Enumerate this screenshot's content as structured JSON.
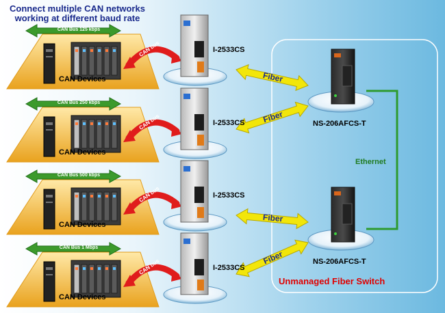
{
  "title": "Connect multiple CAN networks working at different baud rate",
  "can_groups": [
    {
      "bus_label": "CAN Bus 125 kbps",
      "devices_label": "CAN Devices",
      "link_label": "CAN bus",
      "converter": "I-2533CS",
      "fiber_label": "Fiber"
    },
    {
      "bus_label": "CAN Bus 250 kbps",
      "devices_label": "CAN Devices",
      "link_label": "CAN bus",
      "converter": "I-2533CS",
      "fiber_label": "Fiber"
    },
    {
      "bus_label": "CAN Bus 500 kbps",
      "devices_label": "CAN Devices",
      "link_label": "CAN bus",
      "converter": "I-2533CS",
      "fiber_label": "Fiber"
    },
    {
      "bus_label": "CAN Bus 1 Mbps",
      "devices_label": "CAN Devices",
      "link_label": "CAN bus",
      "converter": "I-2533CS",
      "fiber_label": "Fiber"
    }
  ],
  "switches": [
    {
      "label": "NS-206AFCS-T"
    },
    {
      "label": "NS-206AFCS-T"
    }
  ],
  "ethernet_label": "Ethernet",
  "switch_group_label": "Unmanaged Fiber Switch",
  "colors": {
    "title": "#1a2a8c",
    "panel": "#f2b233",
    "bus_arrow": "#3c9a2c",
    "can_arrow": "#e01c1c",
    "fiber_arrow": "#f2e60a",
    "ethernet": "#1f7a1f",
    "switch_group_text": "#e00000"
  }
}
